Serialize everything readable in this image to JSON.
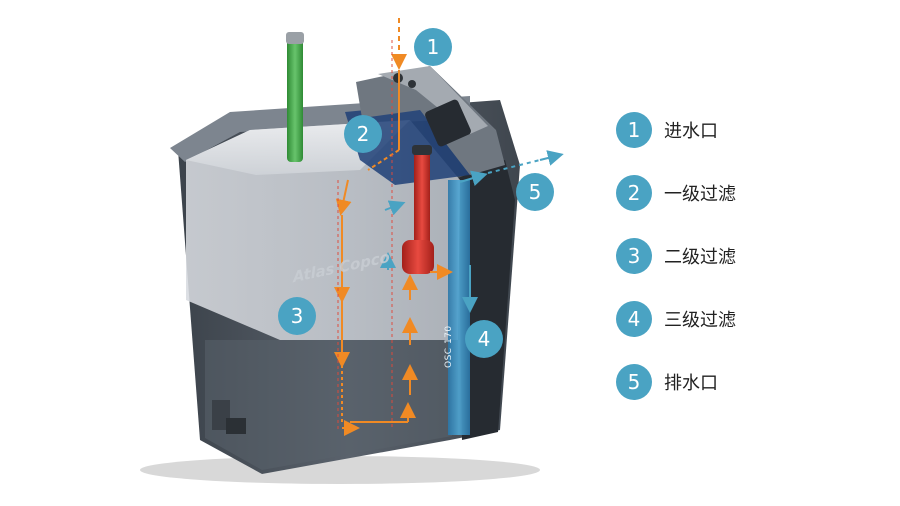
{
  "legend": [
    {
      "num": "1",
      "label": "进水口"
    },
    {
      "num": "2",
      "label": "一级过滤"
    },
    {
      "num": "3",
      "label": "二级过滤"
    },
    {
      "num": "4",
      "label": "三级过滤"
    },
    {
      "num": "5",
      "label": "排水口"
    }
  ],
  "callouts": [
    "1",
    "2",
    "3",
    "4",
    "5"
  ],
  "device": {
    "brand": "Atlas Copco",
    "model": "OSC 170"
  },
  "colors": {
    "accent": "#4aa3c3",
    "flow_arrow": "#f08a24",
    "clean_flow": "#4aa3c3",
    "body_dark": "#4d5560",
    "body_light": "#e4e6e9",
    "inlet_pipe": "#d6332b",
    "level_indicator": "#4caf50"
  }
}
